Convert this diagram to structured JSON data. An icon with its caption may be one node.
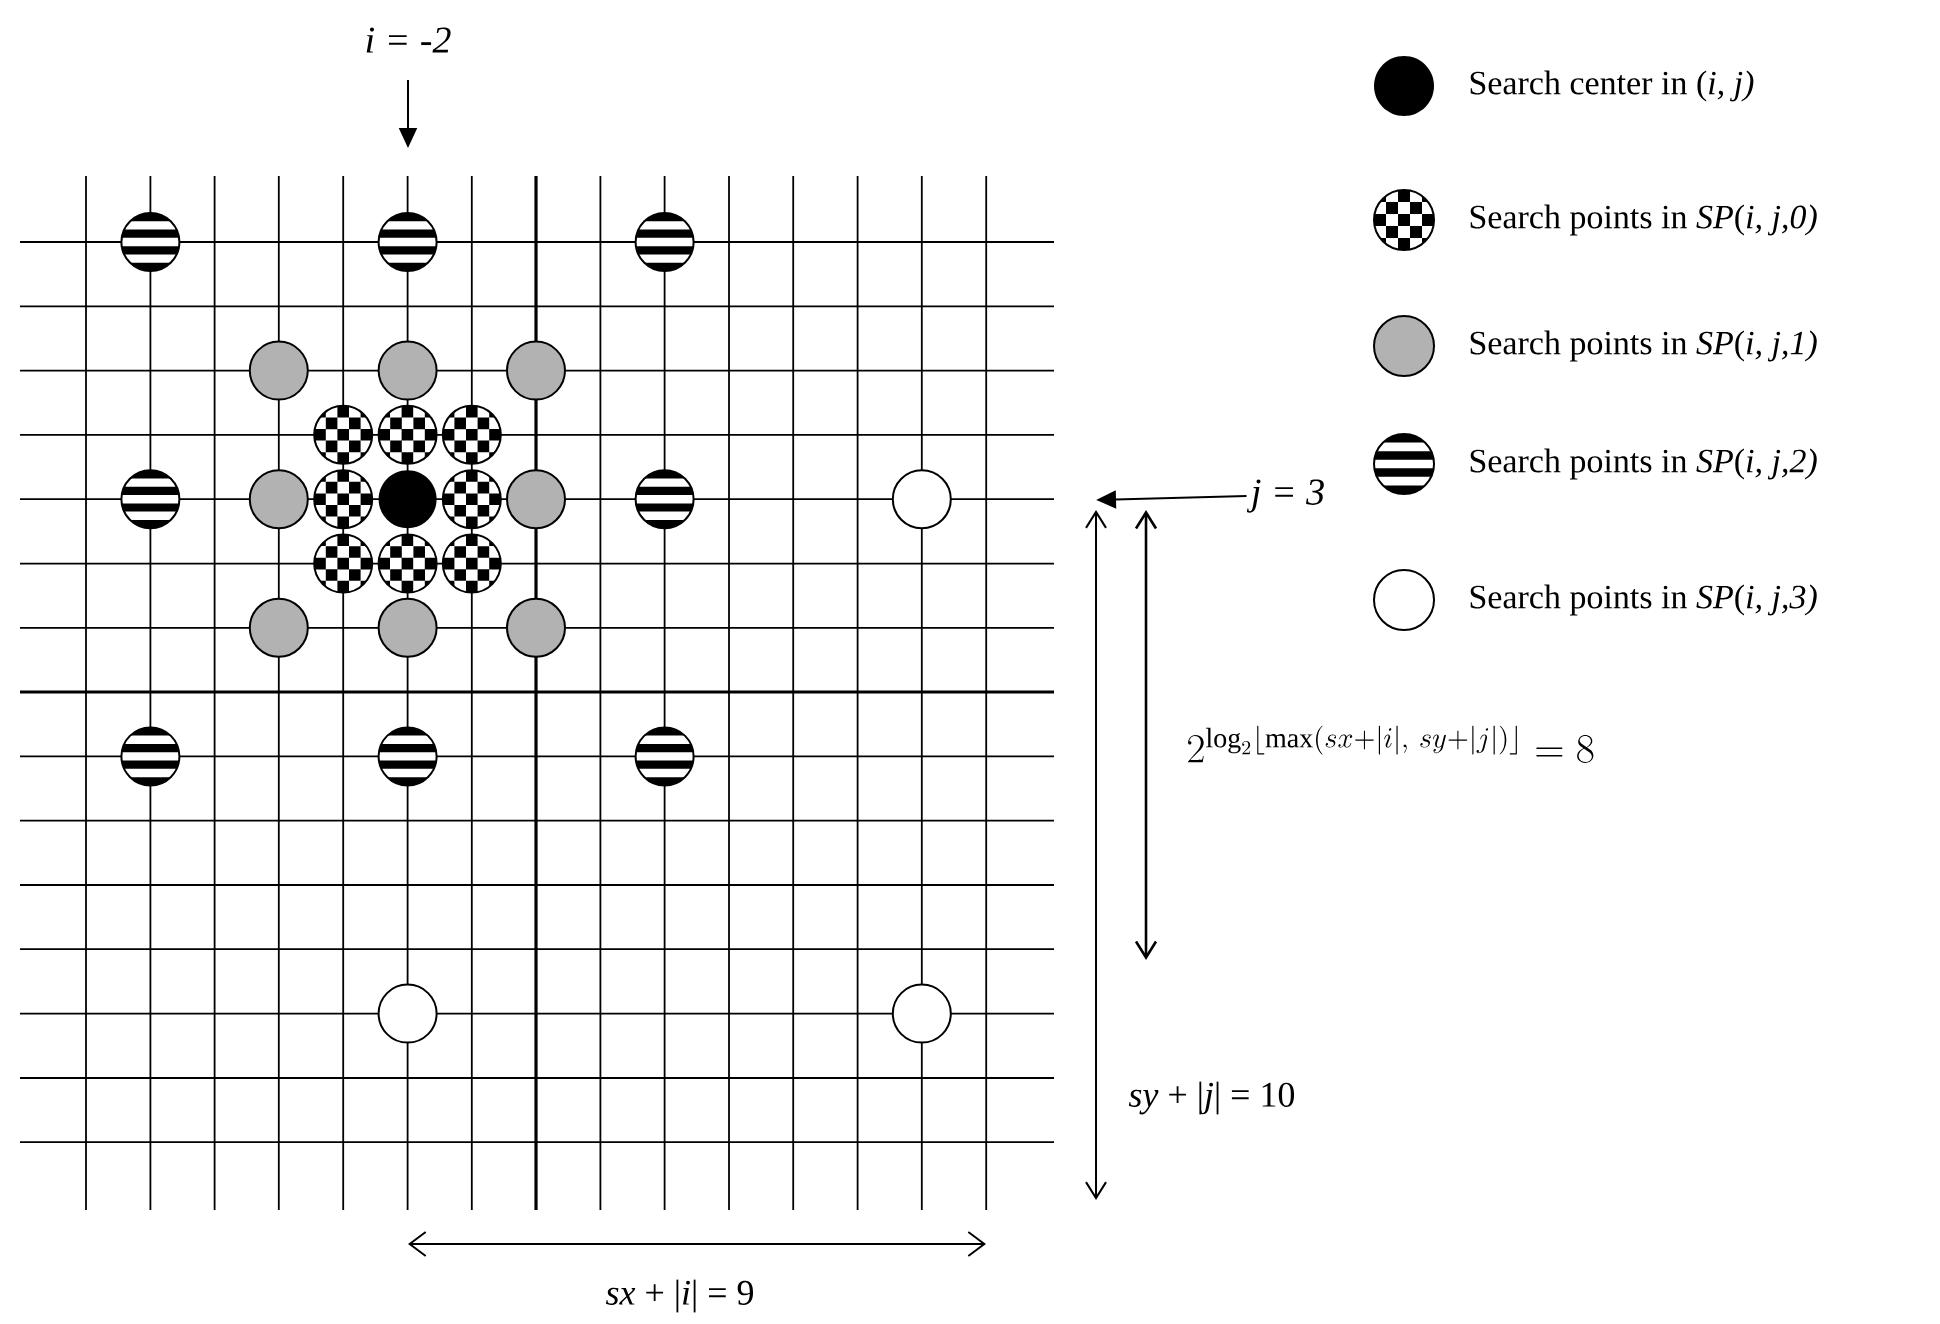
{
  "diagram": {
    "nodes": [
      {
        "text": [
          "i = -2"
        ]
      },
      {
        "text": [
          "j = 3"
        ]
      }
    ],
    "edges": [
      {
        "from": 0,
        "to": null,
        "arrow": "to"
      },
      {
        "from": 1,
        "to": null,
        "arrow": "to"
      }
    ],
    "labels": [
      "2^{\\log_2\\lfloor\\max(sx+|i|,\\ sy+|j|)\\rfloor} = 8",
      "*sy* + |*j*| = 10",
      "*sx* + |*i*| = 9"
    ],
    "legend": [
      {
        "text": "Search center in (*i, j)*"
      },
      {
        "text": "Search points in *SP*(*i, j,0)*"
      },
      {
        "text": "Search points in *SP*(*i, j,1)*"
      },
      {
        "text": "Search points in *SP*(*i, j,2)*"
      },
      {
        "text": "Search points in *SP*(*i, j,3)*"
      }
    ]
  }
}
